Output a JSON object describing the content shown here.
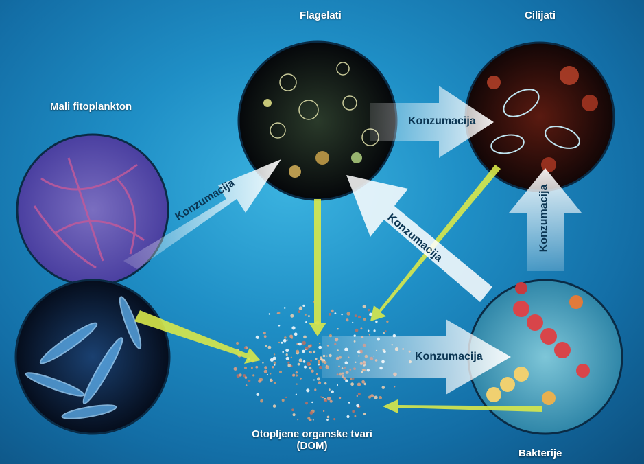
{
  "labels": {
    "small_phytoplankton": "Mali fitoplankton",
    "flagellates": "Flagelati",
    "ciliates": "Cilijati",
    "bacteria": "Bakterije",
    "dom_line1": "Otopljene organske tvari",
    "dom_line2": "(DOM)"
  },
  "arrows": {
    "phyto_to_flagellates": "Konzumacija",
    "flagellates_to_ciliates": "Konzumacija",
    "bacteria_to_flagellates": "Konzumacija",
    "dom_to_bacteria": "Konzumacija",
    "bacteria_to_ciliates": "Konzumacija"
  },
  "colors": {
    "background": "#1f8fc6",
    "consumption_arrow": "#e8f4fb",
    "dom_arrow": "#d8e84a",
    "label_text": "#ffffff",
    "arrow_text": "#0b3552"
  }
}
